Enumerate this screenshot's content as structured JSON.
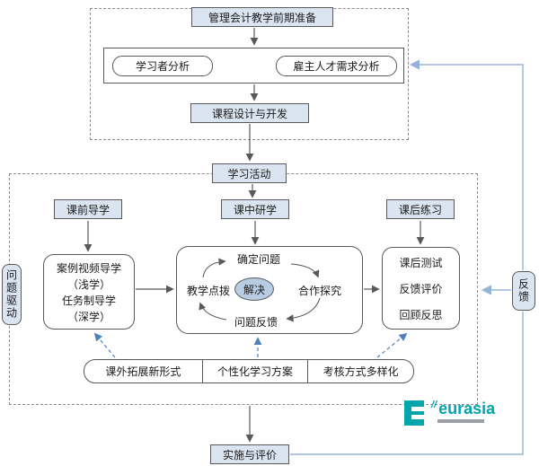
{
  "colors": {
    "box_fill": "#dbe5f1",
    "solve_fill": "#b8cce4",
    "border": "#595959",
    "dashed_arrow": "#4f81bd",
    "feedback_line": "#95b3d7",
    "brand_teal": "#00a5ad"
  },
  "preparation": {
    "title": "管理会计教学前期准备",
    "learner_analysis": "学习者分析",
    "employer_analysis": "雇主人才需求分析",
    "course_design": "课程设计与开发"
  },
  "activities": {
    "title": "学习活动",
    "pre_class": "课前导学",
    "in_class": "课中研学",
    "post_class": "课后练习",
    "guide_box": {
      "lines": [
        "案例视频导学",
        "（浅学）",
        "任务制导学",
        "（深学）"
      ]
    },
    "cycle": {
      "top": "确定问题",
      "left": "教学点拨",
      "right": "合作探究",
      "bottom": "问题反馈",
      "center": "解决"
    },
    "post_box": {
      "lines": [
        "课后测试",
        "反馈评价",
        "回顾反思"
      ]
    },
    "supports": [
      "课外拓展新形式",
      "个性化学习方案",
      "考核方式多样化"
    ],
    "problem_driven": "问题驱动",
    "feedback": "反馈"
  },
  "evaluation": {
    "title": "实施与评价"
  },
  "watermark": {
    "slashes": "//",
    "brand": "eurasia"
  }
}
